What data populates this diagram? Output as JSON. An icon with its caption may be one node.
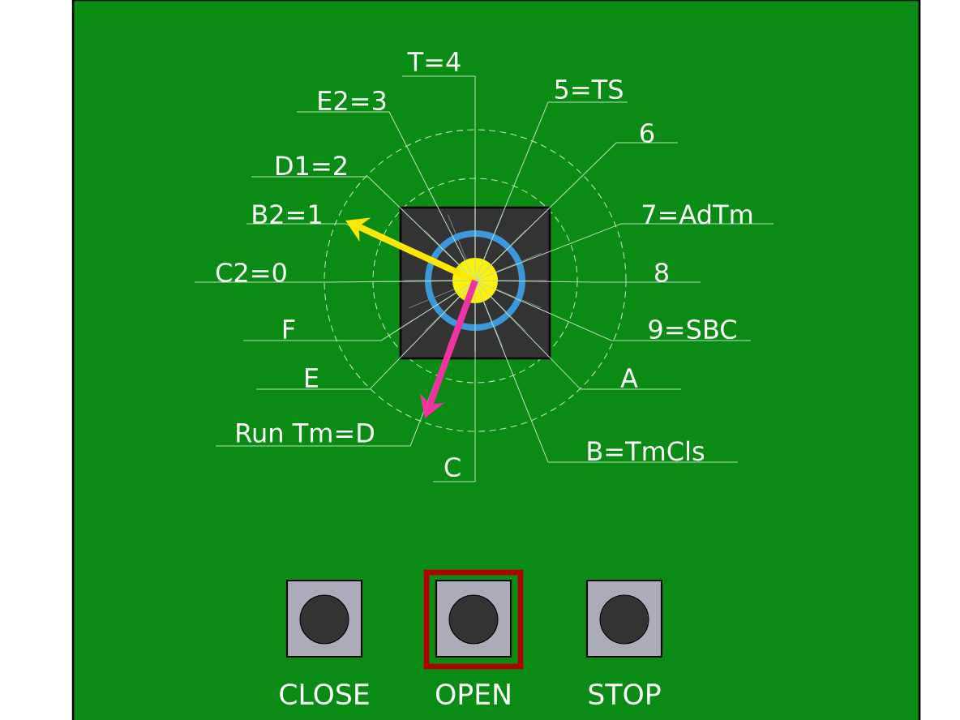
{
  "diagram": {
    "labels": [
      "T=4",
      "5=TS",
      "E2=3",
      "6",
      "D1=2",
      "B2=1",
      "7=AdTm",
      "C2=0",
      "8",
      "F",
      "9=SBC",
      "E",
      "A",
      "Run Tm=D",
      "B=TmCls",
      "C",
      "CLOSE",
      "OPEN",
      "STOP"
    ]
  }
}
